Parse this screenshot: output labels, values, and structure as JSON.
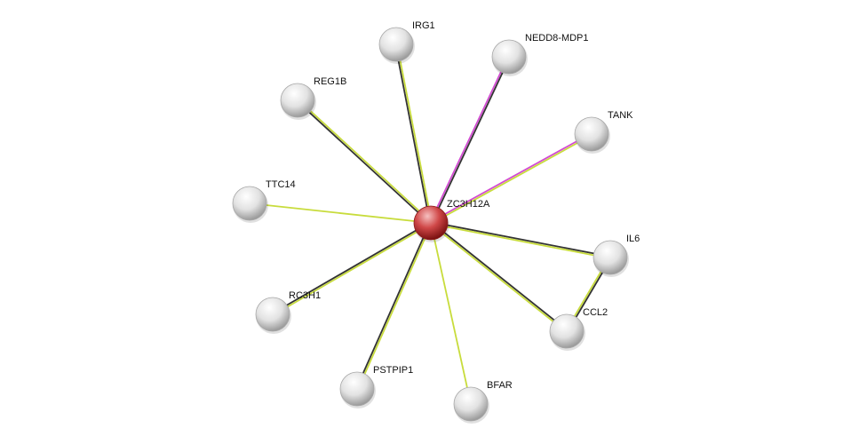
{
  "network": {
    "center": "ZC3H12A",
    "colors": {
      "textmining": "#c8dc3c",
      "coexpression": "#333333",
      "experiments": "#d24bd2",
      "center_node": "#c23a3a",
      "node": "#d8d8d8"
    },
    "nodes": [
      {
        "id": "ZC3H12A",
        "label": "ZC3H12A",
        "center": true
      },
      {
        "id": "IRG1",
        "label": "IRG1"
      },
      {
        "id": "NEDD8-MDP1",
        "label": "NEDD8-MDP1"
      },
      {
        "id": "REG1B",
        "label": "REG1B"
      },
      {
        "id": "TANK",
        "label": "TANK"
      },
      {
        "id": "TTC14",
        "label": "TTC14"
      },
      {
        "id": "IL6",
        "label": "IL6"
      },
      {
        "id": "RC3H1",
        "label": "RC3H1"
      },
      {
        "id": "CCL2",
        "label": "CCL2"
      },
      {
        "id": "PSTPIP1",
        "label": "PSTPIP1"
      },
      {
        "id": "BFAR",
        "label": "BFAR"
      }
    ],
    "edges": [
      {
        "from": "ZC3H12A",
        "to": "IRG1",
        "evidence": [
          "coexpression",
          "textmining"
        ]
      },
      {
        "from": "ZC3H12A",
        "to": "NEDD8-MDP1",
        "evidence": [
          "experiments",
          "coexpression"
        ]
      },
      {
        "from": "ZC3H12A",
        "to": "REG1B",
        "evidence": [
          "coexpression",
          "textmining"
        ]
      },
      {
        "from": "ZC3H12A",
        "to": "TANK",
        "evidence": [
          "experiments",
          "textmining"
        ]
      },
      {
        "from": "ZC3H12A",
        "to": "TTC14",
        "evidence": [
          "textmining"
        ]
      },
      {
        "from": "ZC3H12A",
        "to": "IL6",
        "evidence": [
          "coexpression",
          "textmining"
        ]
      },
      {
        "from": "ZC3H12A",
        "to": "RC3H1",
        "evidence": [
          "textmining",
          "coexpression"
        ]
      },
      {
        "from": "ZC3H12A",
        "to": "CCL2",
        "evidence": [
          "coexpression",
          "textmining"
        ]
      },
      {
        "from": "ZC3H12A",
        "to": "PSTPIP1",
        "evidence": [
          "textmining",
          "coexpression"
        ]
      },
      {
        "from": "ZC3H12A",
        "to": "BFAR",
        "evidence": [
          "textmining"
        ]
      },
      {
        "from": "IL6",
        "to": "CCL2",
        "evidence": [
          "coexpression",
          "textmining"
        ]
      }
    ]
  }
}
